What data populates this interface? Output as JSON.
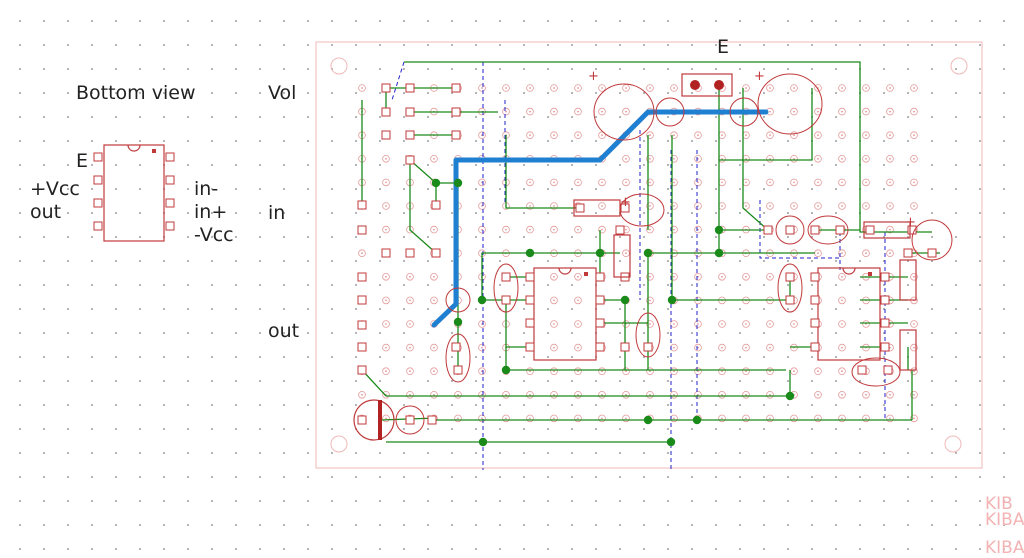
{
  "labels": {
    "bottom_view": "Bottom view",
    "vol": "Vol",
    "in": "in",
    "out": "out",
    "e_top": "E",
    "e_chip": "E",
    "plus_vcc": "+Vcc",
    "out_pin": "out",
    "in_minus": "in-",
    "in_plus": "in+",
    "minus_vcc": "-Vcc"
  },
  "watermark": [
    "KIB",
    "KIBA",
    "KIBA"
  ],
  "colors": {
    "outline": "#c0393b",
    "wire": "#1a8a1a",
    "jumper": "#1f7fd0",
    "dashed": "#2222cc",
    "hole": "#e59a9a",
    "junction": "#1a8a1a"
  }
}
